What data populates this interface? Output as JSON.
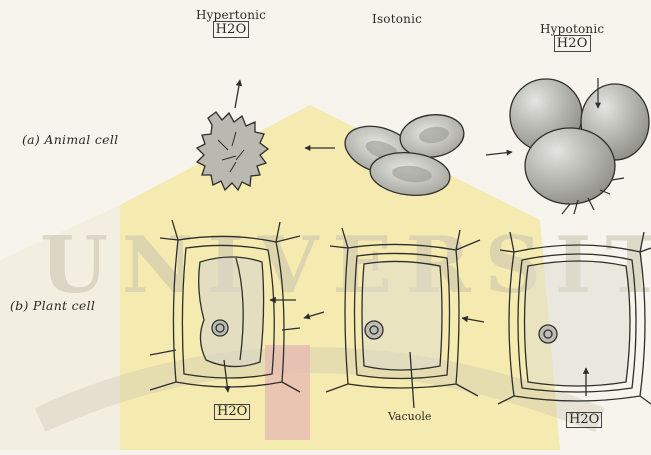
{
  "headers": {
    "hypertonic": "Hypertonic",
    "isotonic": "Isotonic",
    "hypotonic": "Hypotonic"
  },
  "water": "H2O",
  "rows": {
    "animal": "(a) Animal cell",
    "plant": "(b) Plant cell"
  },
  "vacuole": "Vacuole",
  "watermark": "UNIVERSITAS",
  "colors": {
    "background": "#f6f4ec",
    "watermark_fill": "#f5e7a6",
    "watermark_text": "#c9c3ae",
    "watermark_accent": "#e6b6b3",
    "cell_fill": "#bdbdb5",
    "stroke": "#2e2e2c"
  }
}
